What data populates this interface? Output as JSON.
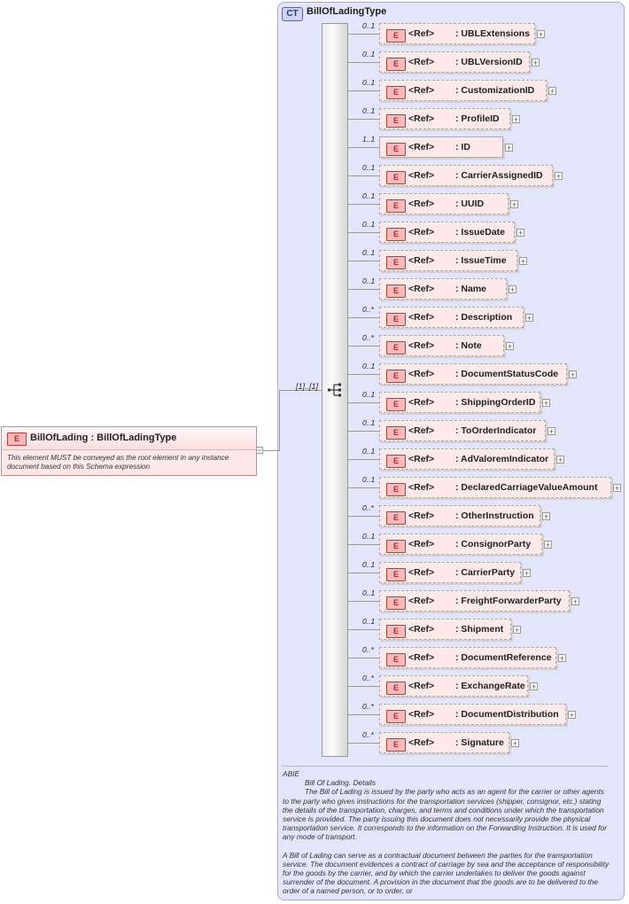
{
  "complex_type": {
    "badge": "CT",
    "name": "BillOfLadingType"
  },
  "sequence": {
    "multiplicity": "[1]..[1]"
  },
  "root": {
    "badge": "E",
    "name": "BillOfLading : BillOfLadingType",
    "description": "This element MUST be conveyed as the root element in any instance document based on this Schema expression"
  },
  "children": [
    {
      "mult": "0..1",
      "ref": "<Ref>",
      "name": ": UBLExtensions",
      "optional": true
    },
    {
      "mult": "0..1",
      "ref": "<Ref>",
      "name": ": UBLVersionID",
      "optional": true
    },
    {
      "mult": "0..1",
      "ref": "<Ref>",
      "name": ": CustomizationID",
      "optional": true
    },
    {
      "mult": "0..1",
      "ref": "<Ref>",
      "name": ": ProfileID",
      "optional": true
    },
    {
      "mult": "1..1",
      "ref": "<Ref>",
      "name": ": ID",
      "optional": false
    },
    {
      "mult": "0..1",
      "ref": "<Ref>",
      "name": ": CarrierAssignedID",
      "optional": true
    },
    {
      "mult": "0..1",
      "ref": "<Ref>",
      "name": ": UUID",
      "optional": true
    },
    {
      "mult": "0..1",
      "ref": "<Ref>",
      "name": ": IssueDate",
      "optional": true
    },
    {
      "mult": "0..1",
      "ref": "<Ref>",
      "name": ": IssueTime",
      "optional": true
    },
    {
      "mult": "0..1",
      "ref": "<Ref>",
      "name": ": Name",
      "optional": true
    },
    {
      "mult": "0..*",
      "ref": "<Ref>",
      "name": ": Description",
      "optional": true
    },
    {
      "mult": "0..*",
      "ref": "<Ref>",
      "name": ": Note",
      "optional": true
    },
    {
      "mult": "0..1",
      "ref": "<Ref>",
      "name": ": DocumentStatusCode",
      "optional": true
    },
    {
      "mult": "0..1",
      "ref": "<Ref>",
      "name": ": ShippingOrderID",
      "optional": true
    },
    {
      "mult": "0..1",
      "ref": "<Ref>",
      "name": ": ToOrderIndicator",
      "optional": true
    },
    {
      "mult": "0..1",
      "ref": "<Ref>",
      "name": ": AdValoremIndicator",
      "optional": true
    },
    {
      "mult": "0..1",
      "ref": "<Ref>",
      "name": ": DeclaredCarriageValueAmount",
      "optional": true
    },
    {
      "mult": "0..*",
      "ref": "<Ref>",
      "name": ": OtherInstruction",
      "optional": true
    },
    {
      "mult": "0..1",
      "ref": "<Ref>",
      "name": ": ConsignorParty",
      "optional": true
    },
    {
      "mult": "0..1",
      "ref": "<Ref>",
      "name": ": CarrierParty",
      "optional": true
    },
    {
      "mult": "0..1",
      "ref": "<Ref>",
      "name": ": FreightForwarderParty",
      "optional": true
    },
    {
      "mult": "0..1",
      "ref": "<Ref>",
      "name": ": Shipment",
      "optional": true
    },
    {
      "mult": "0..*",
      "ref": "<Ref>",
      "name": ": DocumentReference",
      "optional": true
    },
    {
      "mult": "0..*",
      "ref": "<Ref>",
      "name": ": ExchangeRate",
      "optional": true
    },
    {
      "mult": "0..*",
      "ref": "<Ref>",
      "name": ": DocumentDistribution",
      "optional": true
    },
    {
      "mult": "0..*",
      "ref": "<Ref>",
      "name": ": Signature",
      "optional": true
    }
  ],
  "documentation": {
    "category": "ABIE",
    "den": "Bill Of Lading. Details",
    "definition": "The Bill of Lading is issued by the party who acts as an agent for the carrier or other agents to the party who gives instructions for the transportation services (shipper, consignor, etc.) stating the details of the transportation, charges, and terms and conditions under which the transportation service is provided. The party issuing this document does not necessarily provide the physical transportation service. It corresponds to the information on the Forwarding Instruction. It is used for any mode of transport.",
    "usage": "A Bill of Lading can serve as a contractual document between the parties for the transportation service.  The document evidences a contract of carriage by sea and the acceptance of responsibility for the goods by the carrier, and by which the carrier undertakes to deliver the goods against surrender of the document.  A provision in the document that the goods are to be delivered to the order of a named person, or to order, or"
  },
  "colors": {
    "element_fill": "#fde9e9",
    "ct_fill": "#e3e6fa",
    "badge_fill": "#f7b9b9"
  }
}
